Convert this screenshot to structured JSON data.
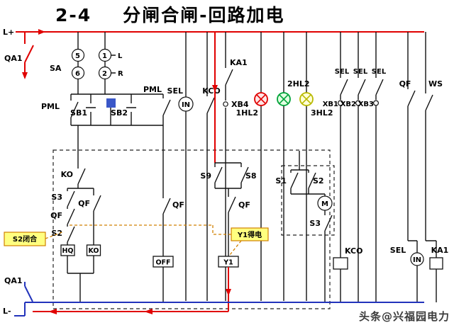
{
  "title": {
    "number": "2-4",
    "text": "分闸合闸-回路加电"
  },
  "watermark": "头条@兴福园电力",
  "callouts": {
    "s2_closed": "S2闭合",
    "y1_energized": "Y1得电"
  },
  "labels": {
    "l_plus": "L+",
    "qa1_top": "QA1",
    "qa1_bottom": "QA1",
    "l_minus": "L-",
    "sa": "SA",
    "sel_5": "5",
    "sel_1": "1",
    "sel_L": "L",
    "sel_6": "6",
    "sel_2": "2",
    "sel_R": "R",
    "pml_upper": "PML",
    "pml_left": "PML",
    "sb1": "SB1",
    "sb2": "SB2",
    "sel_mid": "SEL",
    "kco_mid": "KCO",
    "in_mid": "IN",
    "ka1_upper": "KA1",
    "xb4": "XB4",
    "hl1": "1HL2",
    "hl2": "2HL2",
    "hl3": "3HL2",
    "sel_r1": "SEL",
    "sel_r2": "SEL",
    "sel_r3": "SEL",
    "xb1": "XB1",
    "xb2": "XB2",
    "xb3": "XB3",
    "qf_top_right": "QF",
    "ws": "WS",
    "ko_contact": "KO",
    "s3_left": "S3",
    "qf_left_inner": "QF",
    "qf_left_outer": "QF",
    "s2_left": "S2",
    "hq_coil": "HQ",
    "ko_coil": "KO",
    "qf_mid": "QF",
    "off_coil": "OFF",
    "s9": "S9",
    "s8": "S8",
    "qf_y1": "QF",
    "y1_coil": "Y1",
    "s1_right": "S1",
    "s2_right": "S2",
    "m_motor": "M",
    "s3_right": "S3",
    "kco_bottom": "KCO",
    "sel_bottom": "SEL",
    "in_bottom": "IN",
    "ka1_bottom": "KA1"
  },
  "colors": {
    "live_wire": "#e00000",
    "neutral_wire": "#2233bb",
    "wire": "#111111",
    "callout_fill": "#ffff80",
    "callout_border": "#d08000",
    "lamp_red": "#e00000",
    "lamp_green": "#00a33a",
    "lamp_yellow": "#cccc00",
    "button_blue": "#3a57c8"
  }
}
